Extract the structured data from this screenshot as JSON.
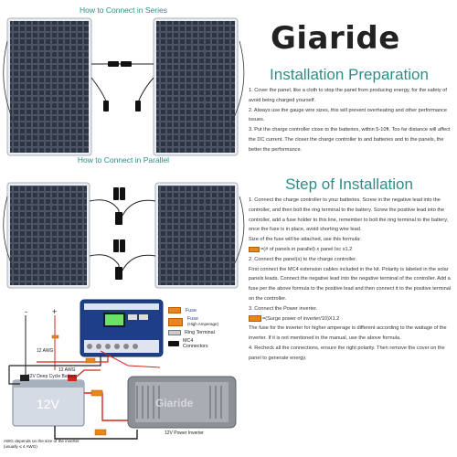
{
  "brand": {
    "logo": "Giaride"
  },
  "diagram": {
    "series_title": "How to Connect in Series",
    "parallel_title": "How to Connect in Parallel",
    "minus": "-",
    "plus": "+",
    "battery_label": "12V Deep Cycle Battery",
    "battery_voltage": "12V",
    "wire_gauge_1": "12 AWG",
    "wire_gauge_2": "12 AWG",
    "awg_note_1": "AWG depends on the size of the inverter",
    "awg_note_2": "(usually ≤ 4 AWG)",
    "inverter_label": "12V Power Inverter",
    "inverter_brand": "Giaride",
    "legend": [
      {
        "label": "Fuse",
        "sub": ""
      },
      {
        "label": "Fuse",
        "sub": "(High Amperage)"
      },
      {
        "label": "Ring Terminal",
        "sub": ""
      },
      {
        "label": "MC4",
        "sub": "Connectors"
      }
    ],
    "colors": {
      "positive_wire": "#d4261c",
      "negative_wire": "#222222",
      "fuse": "#e8861e",
      "controller": "#1e3f88",
      "accent": "#2a8f86"
    }
  },
  "installation_preparation": {
    "title": "Installation Preparation",
    "items": [
      "1. Cover the panel, like a cloth to stop the panel from producing energy, for the safety of avoid being charged yourself.",
      "2. Always use the gauge wire sizes, this will prevent overheating and other performance issues.",
      "3. Put the charge controller close to the batteries, within 5-10ft. Too far distance will affect the DC current. The closer the charge controller to and batteries and to the panels, the better the performance."
    ]
  },
  "step_of_installation": {
    "title": "Step of Installation",
    "step1": "1. Connect the charge controller to your batteries. Screw in the negative lead into the controller, and then bolt the ring terminal to the battery. Screw the positive lead into the controller, add a fuse holder to this line, remember to bolt the ring terminal to the battery, once the fuse is in place, avoid shorting wire lead.",
    "step1_formula_intro": "Size of the fuse will be attached, use this formula:",
    "step1_formula": "=(# of panels in parallel) x panel Isc x1.2",
    "step2_title": "2. Connect the panel(s) to the charge controller.",
    "step2": "First connect the MC4 extension cables included in the kit. Polarity is labeled in the solar panels leads. Connect the negative lead into the negative terminal of the controller. Add a fuse per the above formula to the positive lead and then connect it to the positive terminal on the controller.",
    "step3_title": "3. Connect the Power inverter.",
    "step3_formula": "=(Surge power of inverter/10)X1.2",
    "step3": "The fuse for the inverter for higher amperage is different according to the wattage of the inverter. If it is not mentioned in the manual, use the above formula.",
    "step4": "4. Recheck all the connections, ensure the right polarity. Then remove the cover on the panel to generate energy."
  }
}
